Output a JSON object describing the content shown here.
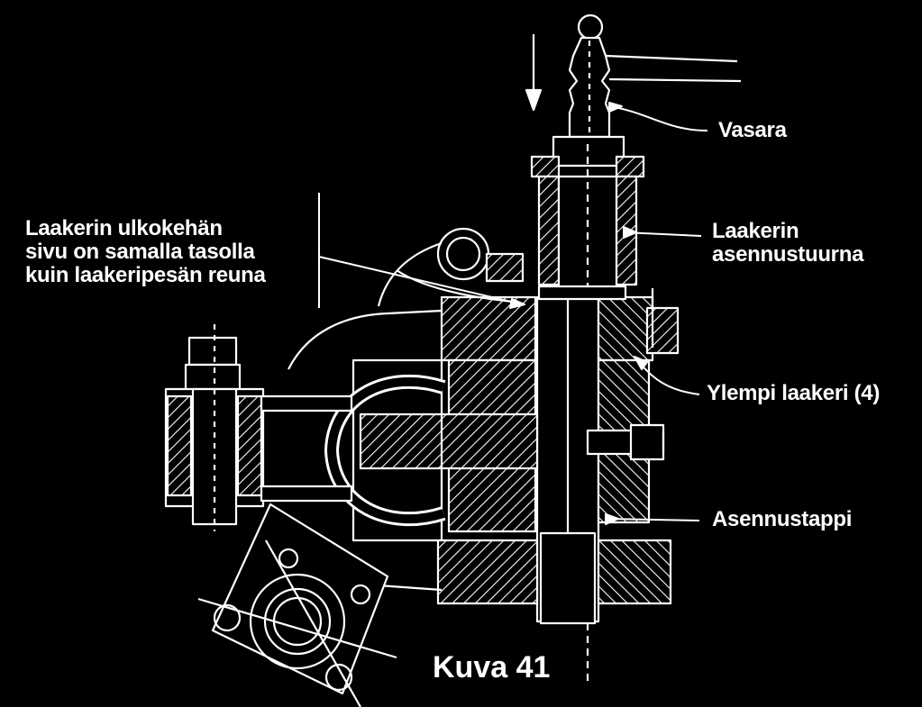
{
  "labels": {
    "hammer": "Vasara",
    "mandrel_line1": "Laakerin",
    "mandrel_line2": "asennustuurna",
    "upper_bearing": "Ylempi laakeri (4)",
    "mounting_pin": "Asennustappi",
    "note_line1": "Laakerin ulkokehän",
    "note_line2": "sivu on samalla tasolla",
    "note_line3": "kuin laakeripesän reuna"
  },
  "caption": "Kuva 41",
  "colors": {
    "background": "#000000",
    "ink": "#ffffff"
  }
}
